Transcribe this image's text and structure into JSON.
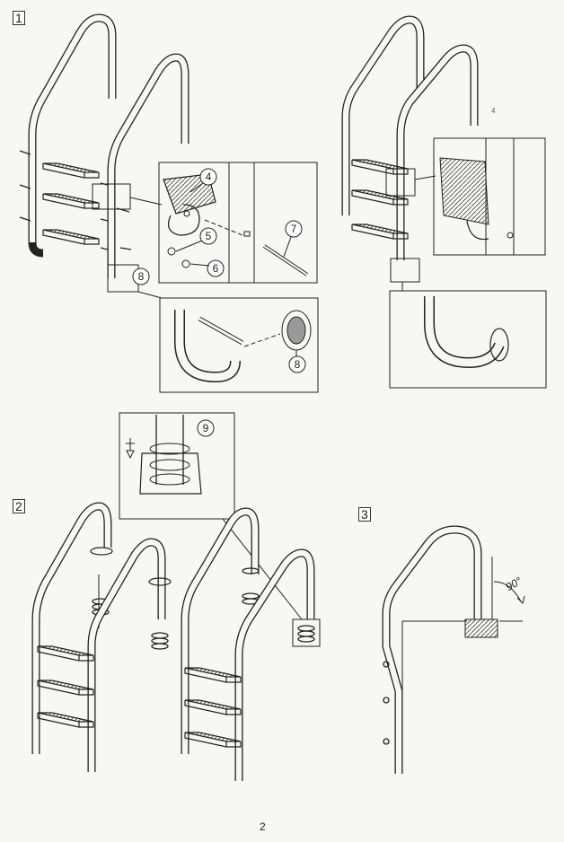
{
  "steps": [
    "1",
    "2",
    "3"
  ],
  "parts": [
    "4",
    "5",
    "6",
    "7",
    "8",
    "8",
    "9"
  ],
  "angle_label": "90°",
  "stray_mark": "4",
  "page_number": "2"
}
